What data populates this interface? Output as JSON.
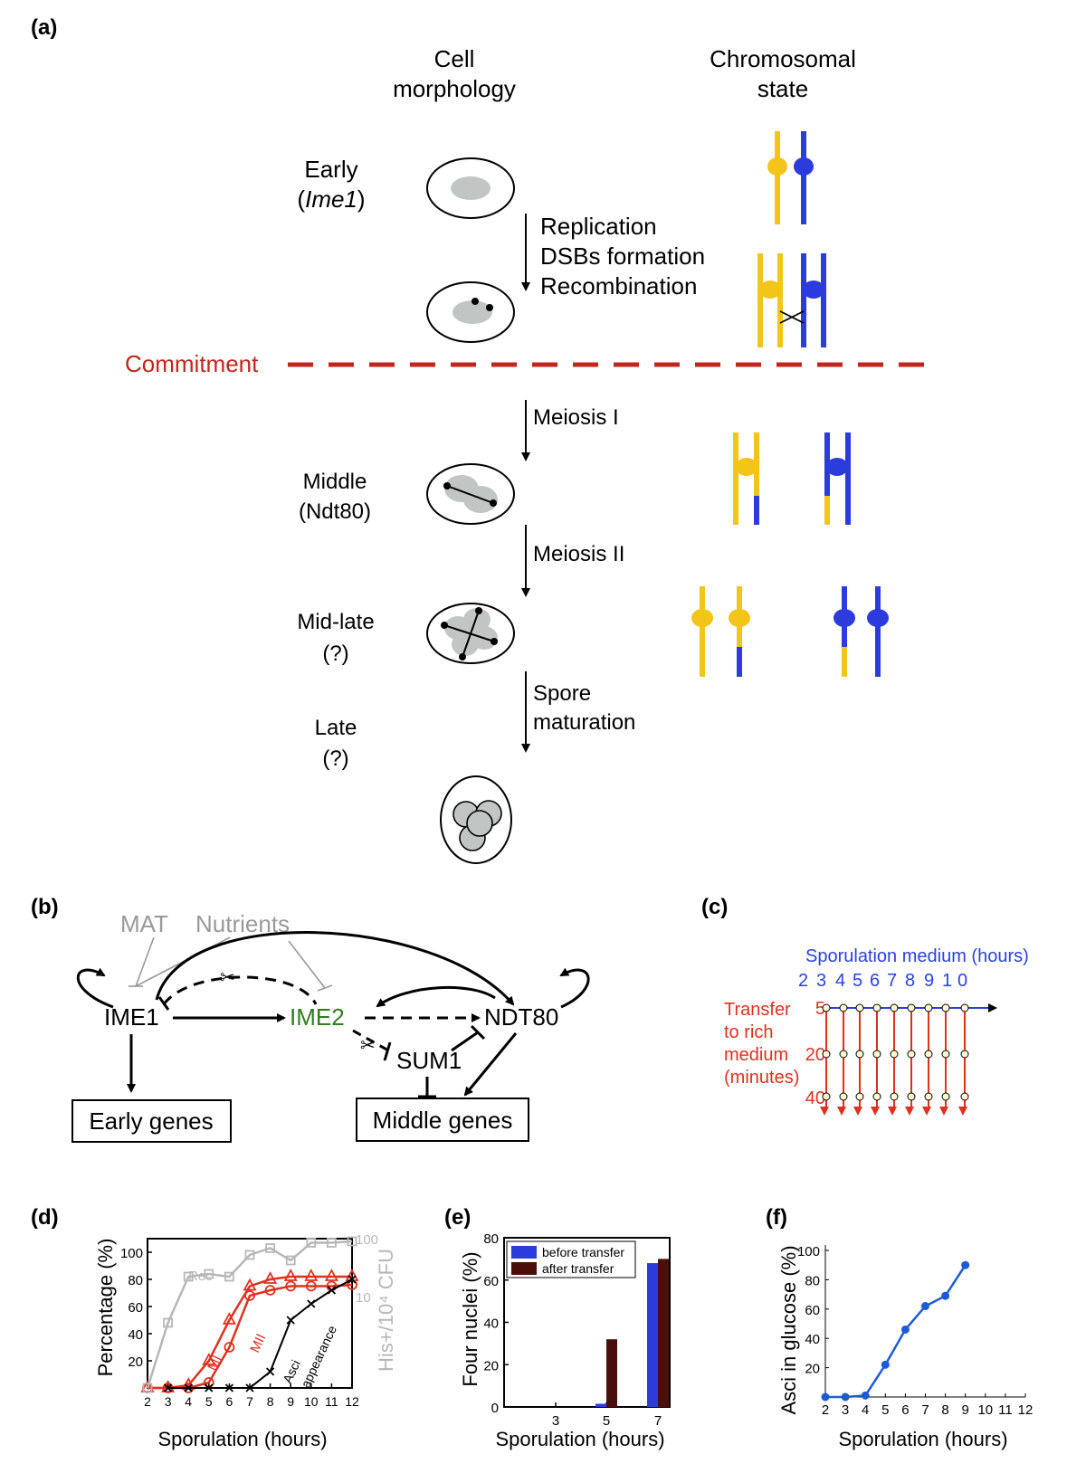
{
  "colors": {
    "yellow": "#f2c518",
    "blue": "#2b3bdc",
    "red": "#c0261b",
    "green": "#2e7d1f",
    "gray": "#999999",
    "lightgray": "#b7b7b7",
    "nucleus": "#c1c6c5",
    "brightred": "#e0301e",
    "darkbrown": "#4a0f0a",
    "fblue": "#1d5bd6",
    "cblue": "#2a42e0"
  },
  "panel_a": {
    "label": "(a)",
    "col_cell": [
      "Cell",
      "morphology"
    ],
    "col_chrom": [
      "Chromosomal",
      "state"
    ],
    "stage_early": [
      "Early",
      "Ime1"
    ],
    "steps1": [
      "Replication",
      "DSBs formation",
      "Recombination"
    ],
    "commitment": "Commitment",
    "meiosis1": "Meiosis I",
    "stage_middle": [
      "Middle",
      "(Ndt80)"
    ],
    "meiosis2": "Meiosis II",
    "stage_midlate": [
      "Mid-late",
      "(?)"
    ],
    "spore": [
      "Spore",
      "maturation"
    ],
    "stage_late": [
      "Late",
      "(?)"
    ]
  },
  "panel_b": {
    "label": "(b)",
    "mat": "MAT",
    "nutrients": "Nutrients",
    "ime1": "IME1",
    "ime2": "IME2",
    "ndt80": "NDT80",
    "sum1": "SUM1",
    "early_genes": "Early genes",
    "middle_genes": "Middle genes"
  },
  "panel_c": {
    "label": "(c)",
    "title": "Sporulation medium (hours)",
    "hours": [
      "2",
      "3",
      "4",
      "5",
      "6",
      "7",
      "8",
      "9",
      "1",
      "0"
    ],
    "transfer": [
      "Transfer",
      "to rich",
      "medium",
      "(minutes)"
    ],
    "minutes": [
      "5",
      "20",
      "40"
    ]
  },
  "panel_d": {
    "label": "(d)",
    "ylabel": "Percentage (%)",
    "y2label": "His+/10⁴ CFU",
    "xlabel": "Sporulation (hours)",
    "y2ticks": [
      "100",
      "10"
    ],
    "lbl_rec": "Rec",
    "lbl_mi": "MI",
    "lbl_mii": "MII",
    "lbl_asci": [
      "Asci",
      "appearance"
    ]
  },
  "panel_e": {
    "label": "(e)",
    "ylabel": "Four nuclei (%)",
    "xlabel": "Sporulation (hours)",
    "legend": [
      "before transfer",
      "after transfer"
    ]
  },
  "panel_f": {
    "label": "(f)",
    "ylabel": "Asci in glucose (%)",
    "xlabel": "Sporulation (hours)"
  },
  "chart_data": [
    {
      "type": "line",
      "x": [
        2,
        3,
        4,
        5,
        6,
        7,
        8,
        9,
        10,
        11,
        12
      ],
      "xlim": [
        2,
        12
      ],
      "ylim": [
        0,
        110
      ],
      "yticks": [
        20,
        40,
        60,
        80,
        100
      ],
      "series": [
        {
          "name": "MI",
          "marker": "triangle",
          "values": [
            0,
            0,
            2,
            20,
            50,
            75,
            80,
            82,
            82,
            82,
            82
          ]
        },
        {
          "name": "MII",
          "marker": "circle",
          "values": [
            0,
            0,
            0,
            4,
            30,
            68,
            72,
            75,
            75,
            75,
            76
          ]
        },
        {
          "name": "Asci appearance",
          "marker": "x",
          "values": [
            null,
            0,
            0,
            0,
            0,
            0,
            12,
            50,
            62,
            72,
            80
          ]
        },
        {
          "name": "Rec",
          "marker": "square",
          "values": [
            0,
            48,
            82,
            84,
            82,
            98,
            103,
            94,
            107,
            107,
            108
          ]
        }
      ]
    },
    {
      "type": "bar",
      "categories": [
        "3",
        "5",
        "7"
      ],
      "ylim": [
        0,
        80
      ],
      "yticks": [
        0,
        20,
        40,
        60,
        80
      ],
      "series": [
        {
          "name": "before transfer",
          "values": [
            0,
            1.5,
            68
          ]
        },
        {
          "name": "after transfer",
          "values": [
            0,
            32,
            70
          ]
        }
      ]
    },
    {
      "type": "line",
      "x": [
        2,
        3,
        4,
        5,
        6,
        7,
        8,
        9,
        10,
        11,
        12
      ],
      "xlim": [
        2,
        12
      ],
      "ylim": [
        0,
        100
      ],
      "yticks": [
        20,
        40,
        60,
        80,
        100
      ],
      "series": [
        {
          "values": [
            0,
            0,
            1,
            22,
            46,
            62,
            69,
            90,
            null,
            null,
            null
          ]
        }
      ]
    }
  ]
}
